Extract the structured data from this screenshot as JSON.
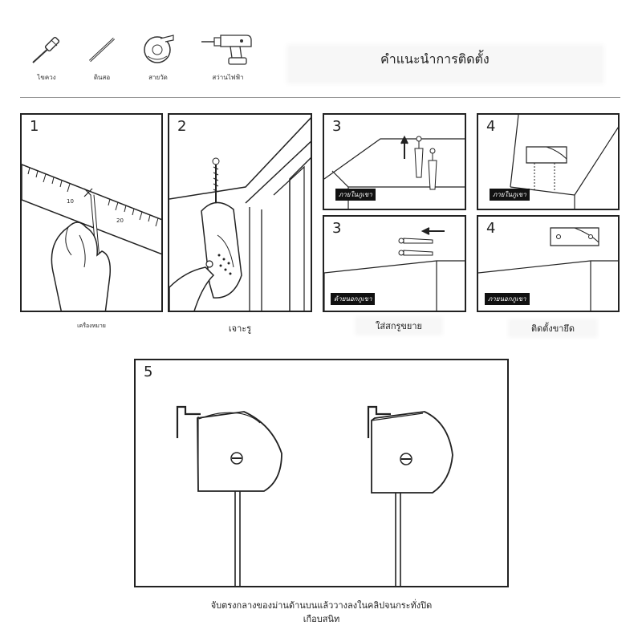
{
  "tools": [
    {
      "label": "ไขควง",
      "icon": "screwdriver-icon"
    },
    {
      "label": "ดินสอ",
      "icon": "pencil-icon"
    },
    {
      "label": "สายวัด",
      "icon": "tape-measure-icon"
    },
    {
      "label": "สว่านไฟฟ้า",
      "icon": "electric-drill-icon"
    }
  ],
  "title": "คำแนะนำการติดตั้ง",
  "steps": {
    "s1": {
      "num": "1",
      "caption": "เครื่องหมาย"
    },
    "s2": {
      "num": "2",
      "caption": "เจาะรู"
    },
    "s3a": {
      "num": "3",
      "tag": "ภายในภูเขา"
    },
    "s3b": {
      "num": "3",
      "tag": "ด้ายนอกภูเขา",
      "caption": "ใส่สกรูขยาย"
    },
    "s4a": {
      "num": "4",
      "tag": "ภายในภูเขา"
    },
    "s4b": {
      "num": "4",
      "tag": "ภายนอกภูเขา",
      "caption": "ติดตั้งขายึด"
    },
    "s5": {
      "num": "5",
      "caption_line1": "จับตรงกลางของม่านด้านบนแล้ววางลงในคลิปจนกระทั่งปิด",
      "caption_line2": "เกือบสนิท"
    }
  },
  "ruler_ticks": [
    "10",
    "20"
  ]
}
